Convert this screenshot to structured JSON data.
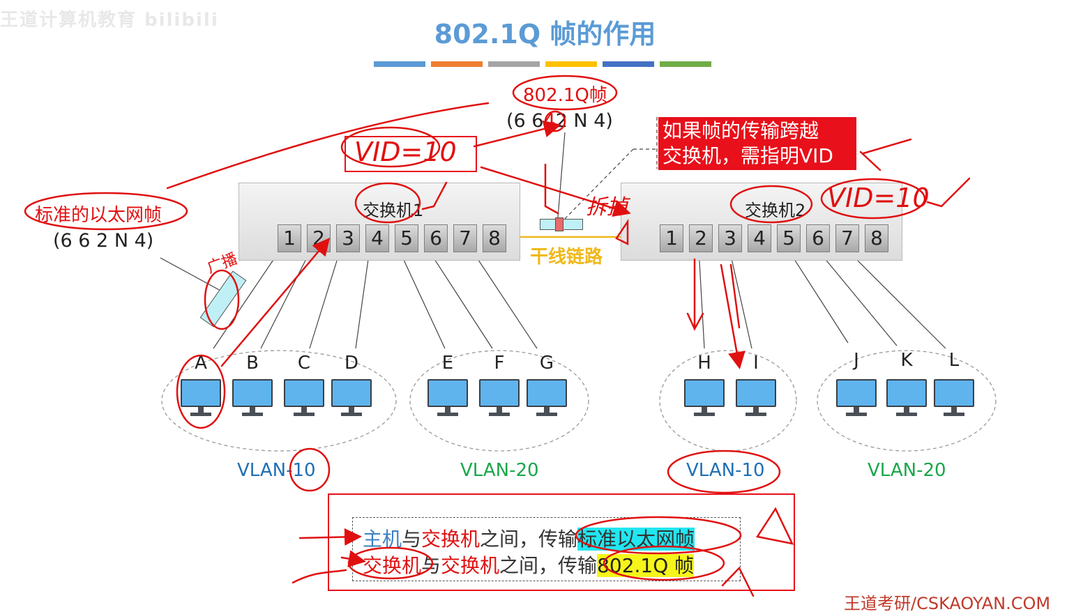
{
  "watermark": "王道计算机教育 bilibili",
  "title": "802.1Q 帧的作用",
  "stripe_colors": [
    "#5b9bd5",
    "#ed7d31",
    "#a5a5a5",
    "#ffc000",
    "#4472c4",
    "#70ad47"
  ],
  "frame_8021q": {
    "label": "802.1Q帧",
    "format_parts": [
      "(6 6",
      "4",
      "2 N 4)"
    ]
  },
  "vid_note": "VID=10",
  "note_box": {
    "line1": "如果帧的传输跨越",
    "line2": "交换机，需指明VID"
  },
  "standard_frame": {
    "label": "标准的以太网帧",
    "format": "(6 6 2 N 4)"
  },
  "handwritten": {
    "broadcast": "广播",
    "unpack": "拆掉",
    "vid_right": "VID=10"
  },
  "switch1": {
    "label": "交换机1",
    "ports": [
      "1",
      "2",
      "3",
      "4",
      "5",
      "6",
      "7",
      "8"
    ]
  },
  "switch2": {
    "label": "交换机2",
    "ports": [
      "1",
      "2",
      "3",
      "4",
      "5",
      "6",
      "7",
      "8"
    ]
  },
  "trunk_label": "干线链路",
  "hosts_left": [
    "A",
    "B",
    "C",
    "D",
    "E",
    "F",
    "G"
  ],
  "hosts_right": [
    "H",
    "I",
    "J",
    "K",
    "L"
  ],
  "vlans": [
    {
      "label": "VLAN-10",
      "color": "#1f6fb5"
    },
    {
      "label": "VLAN-20",
      "color": "#1aa64a"
    },
    {
      "label": "VLAN-10",
      "color": "#1f6fb5"
    },
    {
      "label": "VLAN-20",
      "color": "#1aa64a"
    }
  ],
  "summary": {
    "line1": {
      "p1": "主机",
      "p2": "与",
      "p3": "交换机",
      "p4": "之间，传输",
      "p5": "标准以太网帧"
    },
    "line2": {
      "p1": "交换机",
      "p2": "与",
      "p3": "交换机",
      "p4": "之间，传输",
      "p5": "802.1Q 帧"
    }
  },
  "footer": "王道考研/CSKAOYAN.COM"
}
